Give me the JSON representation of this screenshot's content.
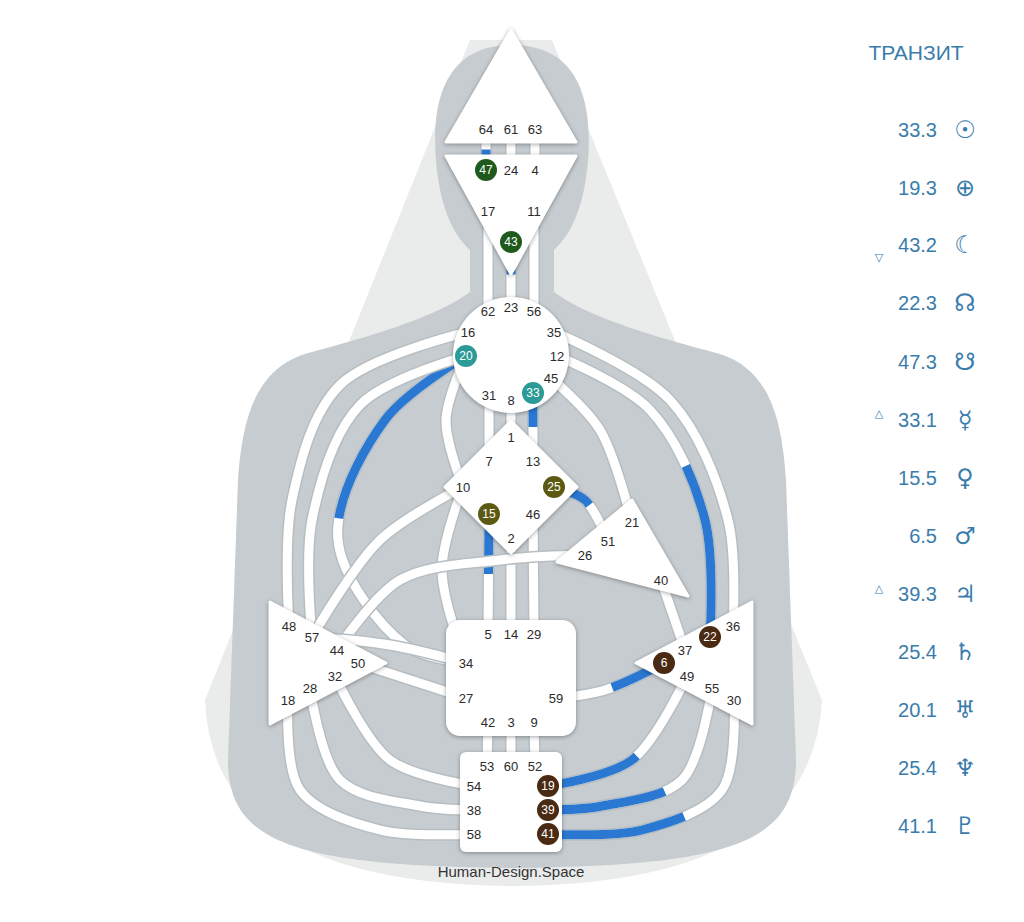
{
  "diagram": {
    "nodes": [
      {
        "text": [
          "64",
          "61",
          "63"
        ]
      },
      {
        "text": [
          "47",
          "24",
          "4",
          "17",
          "11",
          "43"
        ]
      },
      {
        "text": [
          "62",
          "23",
          "56",
          "16",
          "35",
          "12",
          "20",
          "45",
          "31",
          "8",
          "33"
        ]
      },
      {
        "text": [
          "1",
          "7",
          "13",
          "10",
          "25",
          "15",
          "46",
          "2"
        ]
      },
      {
        "text": [
          "21",
          "51",
          "26",
          "40"
        ]
      },
      {
        "text": [
          "48",
          "57",
          "44",
          "50",
          "18",
          "28",
          "32"
        ]
      },
      {
        "text": [
          "5",
          "14",
          "29",
          "34",
          "27",
          "59",
          "42",
          "3",
          "9"
        ]
      },
      {
        "text": [
          "36",
          "22",
          "37",
          "6",
          "49",
          "55",
          "30"
        ]
      },
      {
        "text": [
          "53",
          "60",
          "52",
          "54",
          "19",
          "38",
          "39",
          "58",
          "41"
        ]
      }
    ],
    "edges": [
      {
        "from": 0,
        "to": 1,
        "arrow": "none"
      },
      {
        "from": 0,
        "to": 1,
        "arrow": "none"
      },
      {
        "from": 0,
        "to": 1,
        "arrow": "none"
      },
      {
        "from": 1,
        "to": 2,
        "arrow": "none"
      },
      {
        "from": 1,
        "to": 2,
        "arrow": "none"
      },
      {
        "from": 1,
        "to": 2,
        "arrow": "none"
      },
      {
        "from": 2,
        "to": 3,
        "arrow": "none"
      },
      {
        "from": 2,
        "to": 3,
        "arrow": "none"
      },
      {
        "from": 2,
        "to": 3,
        "arrow": "none"
      },
      {
        "from": 2,
        "to": 3,
        "arrow": "none"
      },
      {
        "from": 2,
        "to": 6,
        "arrow": "none"
      },
      {
        "from": 2,
        "to": 5,
        "arrow": "none"
      },
      {
        "from": 2,
        "to": 5,
        "arrow": "none"
      },
      {
        "from": 2,
        "to": 4,
        "arrow": "none"
      },
      {
        "from": 2,
        "to": 7,
        "arrow": "none"
      },
      {
        "from": 2,
        "to": 7,
        "arrow": "none"
      },
      {
        "from": 3,
        "to": 4,
        "arrow": "none"
      },
      {
        "from": 3,
        "to": 6,
        "arrow": "none"
      },
      {
        "from": 3,
        "to": 6,
        "arrow": "none"
      },
      {
        "from": 3,
        "to": 6,
        "arrow": "none"
      },
      {
        "from": 3,
        "to": 6,
        "arrow": "none"
      },
      {
        "from": 3,
        "to": 5,
        "arrow": "none"
      },
      {
        "from": 4,
        "to": 5,
        "arrow": "none"
      },
      {
        "from": 4,
        "to": 7,
        "arrow": "none"
      },
      {
        "from": 5,
        "to": 6,
        "arrow": "none"
      },
      {
        "from": 5,
        "to": 6,
        "arrow": "none"
      },
      {
        "from": 6,
        "to": 7,
        "arrow": "none"
      },
      {
        "from": 6,
        "to": 8,
        "arrow": "none"
      },
      {
        "from": 6,
        "to": 8,
        "arrow": "none"
      },
      {
        "from": 6,
        "to": 8,
        "arrow": "none"
      },
      {
        "from": 5,
        "to": 8,
        "arrow": "none"
      },
      {
        "from": 5,
        "to": 8,
        "arrow": "none"
      },
      {
        "from": 5,
        "to": 8,
        "arrow": "none"
      },
      {
        "from": 7,
        "to": 8,
        "arrow": "none"
      },
      {
        "from": 7,
        "to": 8,
        "arrow": "none"
      },
      {
        "from": 7,
        "to": 8,
        "arrow": "none"
      }
    ],
    "labels": [
      "ТРАНЗИТ",
      "33.3",
      "☉",
      "19.3",
      "⊕",
      "▽",
      "43.2",
      "☾",
      "22.3",
      "☊",
      "47.3",
      "☋",
      "△",
      "33.1",
      "☿",
      "15.5",
      "♀",
      "6.5",
      "♂",
      "△",
      "39.3",
      "♃",
      "25.4",
      "♄",
      "20.1",
      "♅",
      "25.4",
      "♆",
      "41.1",
      "♇",
      "Human-Design.Space"
    ]
  }
}
